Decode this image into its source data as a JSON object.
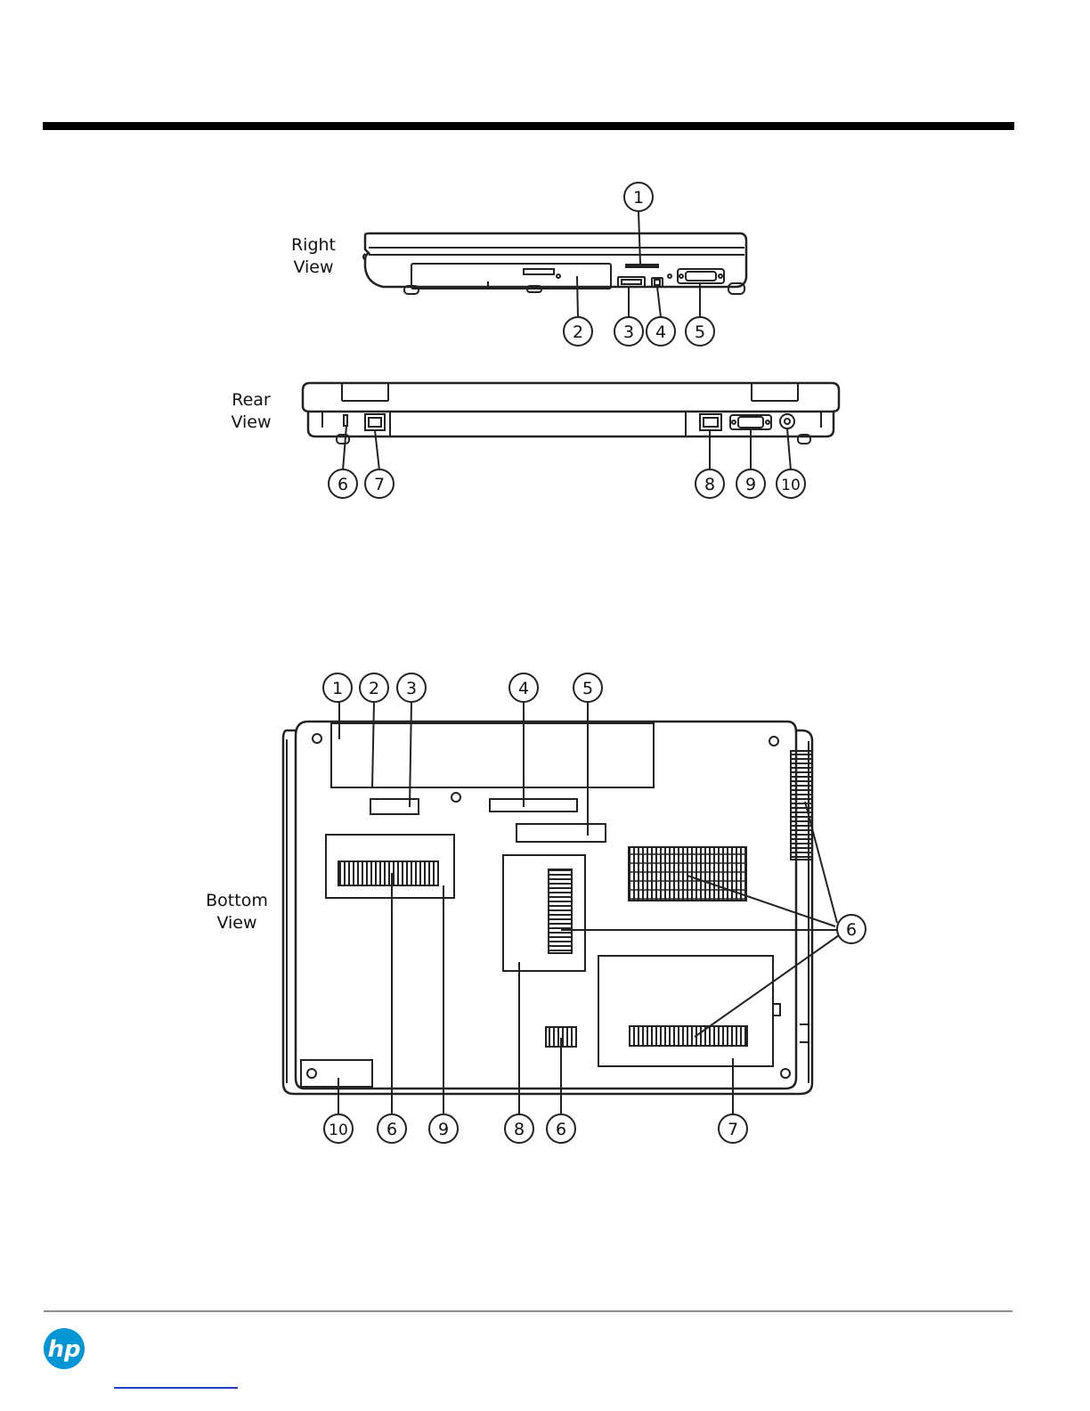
{
  "diagram": {
    "right_view": {
      "label_line1": "Right",
      "label_line2": "View",
      "callouts": [
        "1",
        "2",
        "3",
        "4",
        "5"
      ]
    },
    "rear_view": {
      "label_line1": "Rear",
      "label_line2": "View",
      "callouts": [
        "6",
        "7",
        "8",
        "9",
        "10"
      ]
    },
    "bottom_view": {
      "label_line1": "Bottom",
      "label_line2": "View",
      "callouts_top": [
        "1",
        "2",
        "3",
        "4",
        "5"
      ],
      "callout_side": "6",
      "callouts_bottom": [
        "10",
        "6",
        "9",
        "8",
        "6",
        "7"
      ]
    }
  },
  "footer": {
    "logo": "hp"
  },
  "colors": {
    "line": "#222222",
    "rule": "#8c8c8c",
    "link": "#1f3fbf",
    "logo_blue": "#0096d6"
  }
}
